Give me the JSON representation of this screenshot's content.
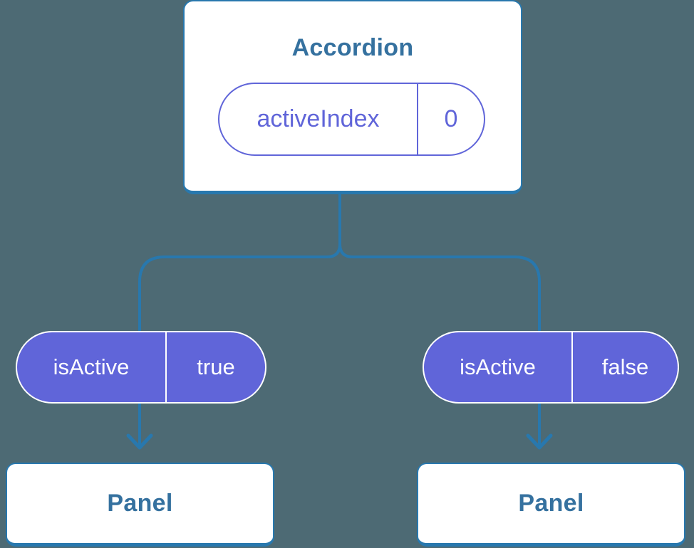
{
  "diagram": {
    "root": {
      "title": "Accordion",
      "state": {
        "name": "activeIndex",
        "value": "0"
      }
    },
    "props": [
      {
        "name": "isActive",
        "value": "true"
      },
      {
        "name": "isActive",
        "value": "false"
      }
    ],
    "children": [
      {
        "title": "Panel"
      },
      {
        "title": "Panel"
      }
    ],
    "colors": {
      "background": "#4d6a74",
      "wire_blue": "#2878ae",
      "box_text_blue": "#35719f",
      "pill_purple": "#6065d9",
      "box_fill": "#ffffff"
    }
  }
}
